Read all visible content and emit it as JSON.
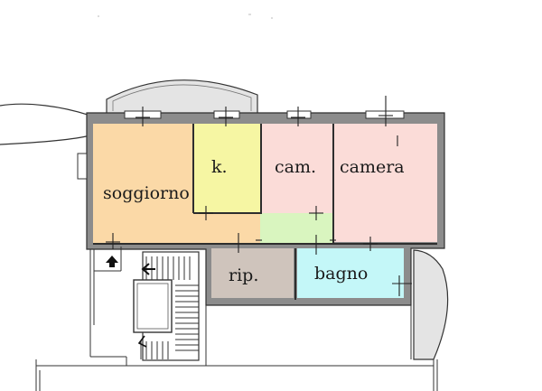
{
  "plan": {
    "rooms": [
      {
        "id": "soggiorno",
        "label": "soggiorno",
        "color": "#fbd9a7"
      },
      {
        "id": "kitchen",
        "label": "k.",
        "color": "#f6f6a3"
      },
      {
        "id": "cam",
        "label": "cam.",
        "color": "#fbdcd8"
      },
      {
        "id": "camera",
        "label": "camera",
        "color": "#fbdcd8"
      },
      {
        "id": "corridor",
        "label": "",
        "color": "#d9f5bf"
      },
      {
        "id": "rip",
        "label": "rip.",
        "color": "#cfc4bc"
      },
      {
        "id": "bagno",
        "label": "bagno",
        "color": "#c4f7f8"
      }
    ],
    "colors": {
      "wall": "#8c8c8c",
      "wall_outline": "#2e2e2e",
      "line": "#333333",
      "outer_grey": "#e4e4e4"
    }
  }
}
